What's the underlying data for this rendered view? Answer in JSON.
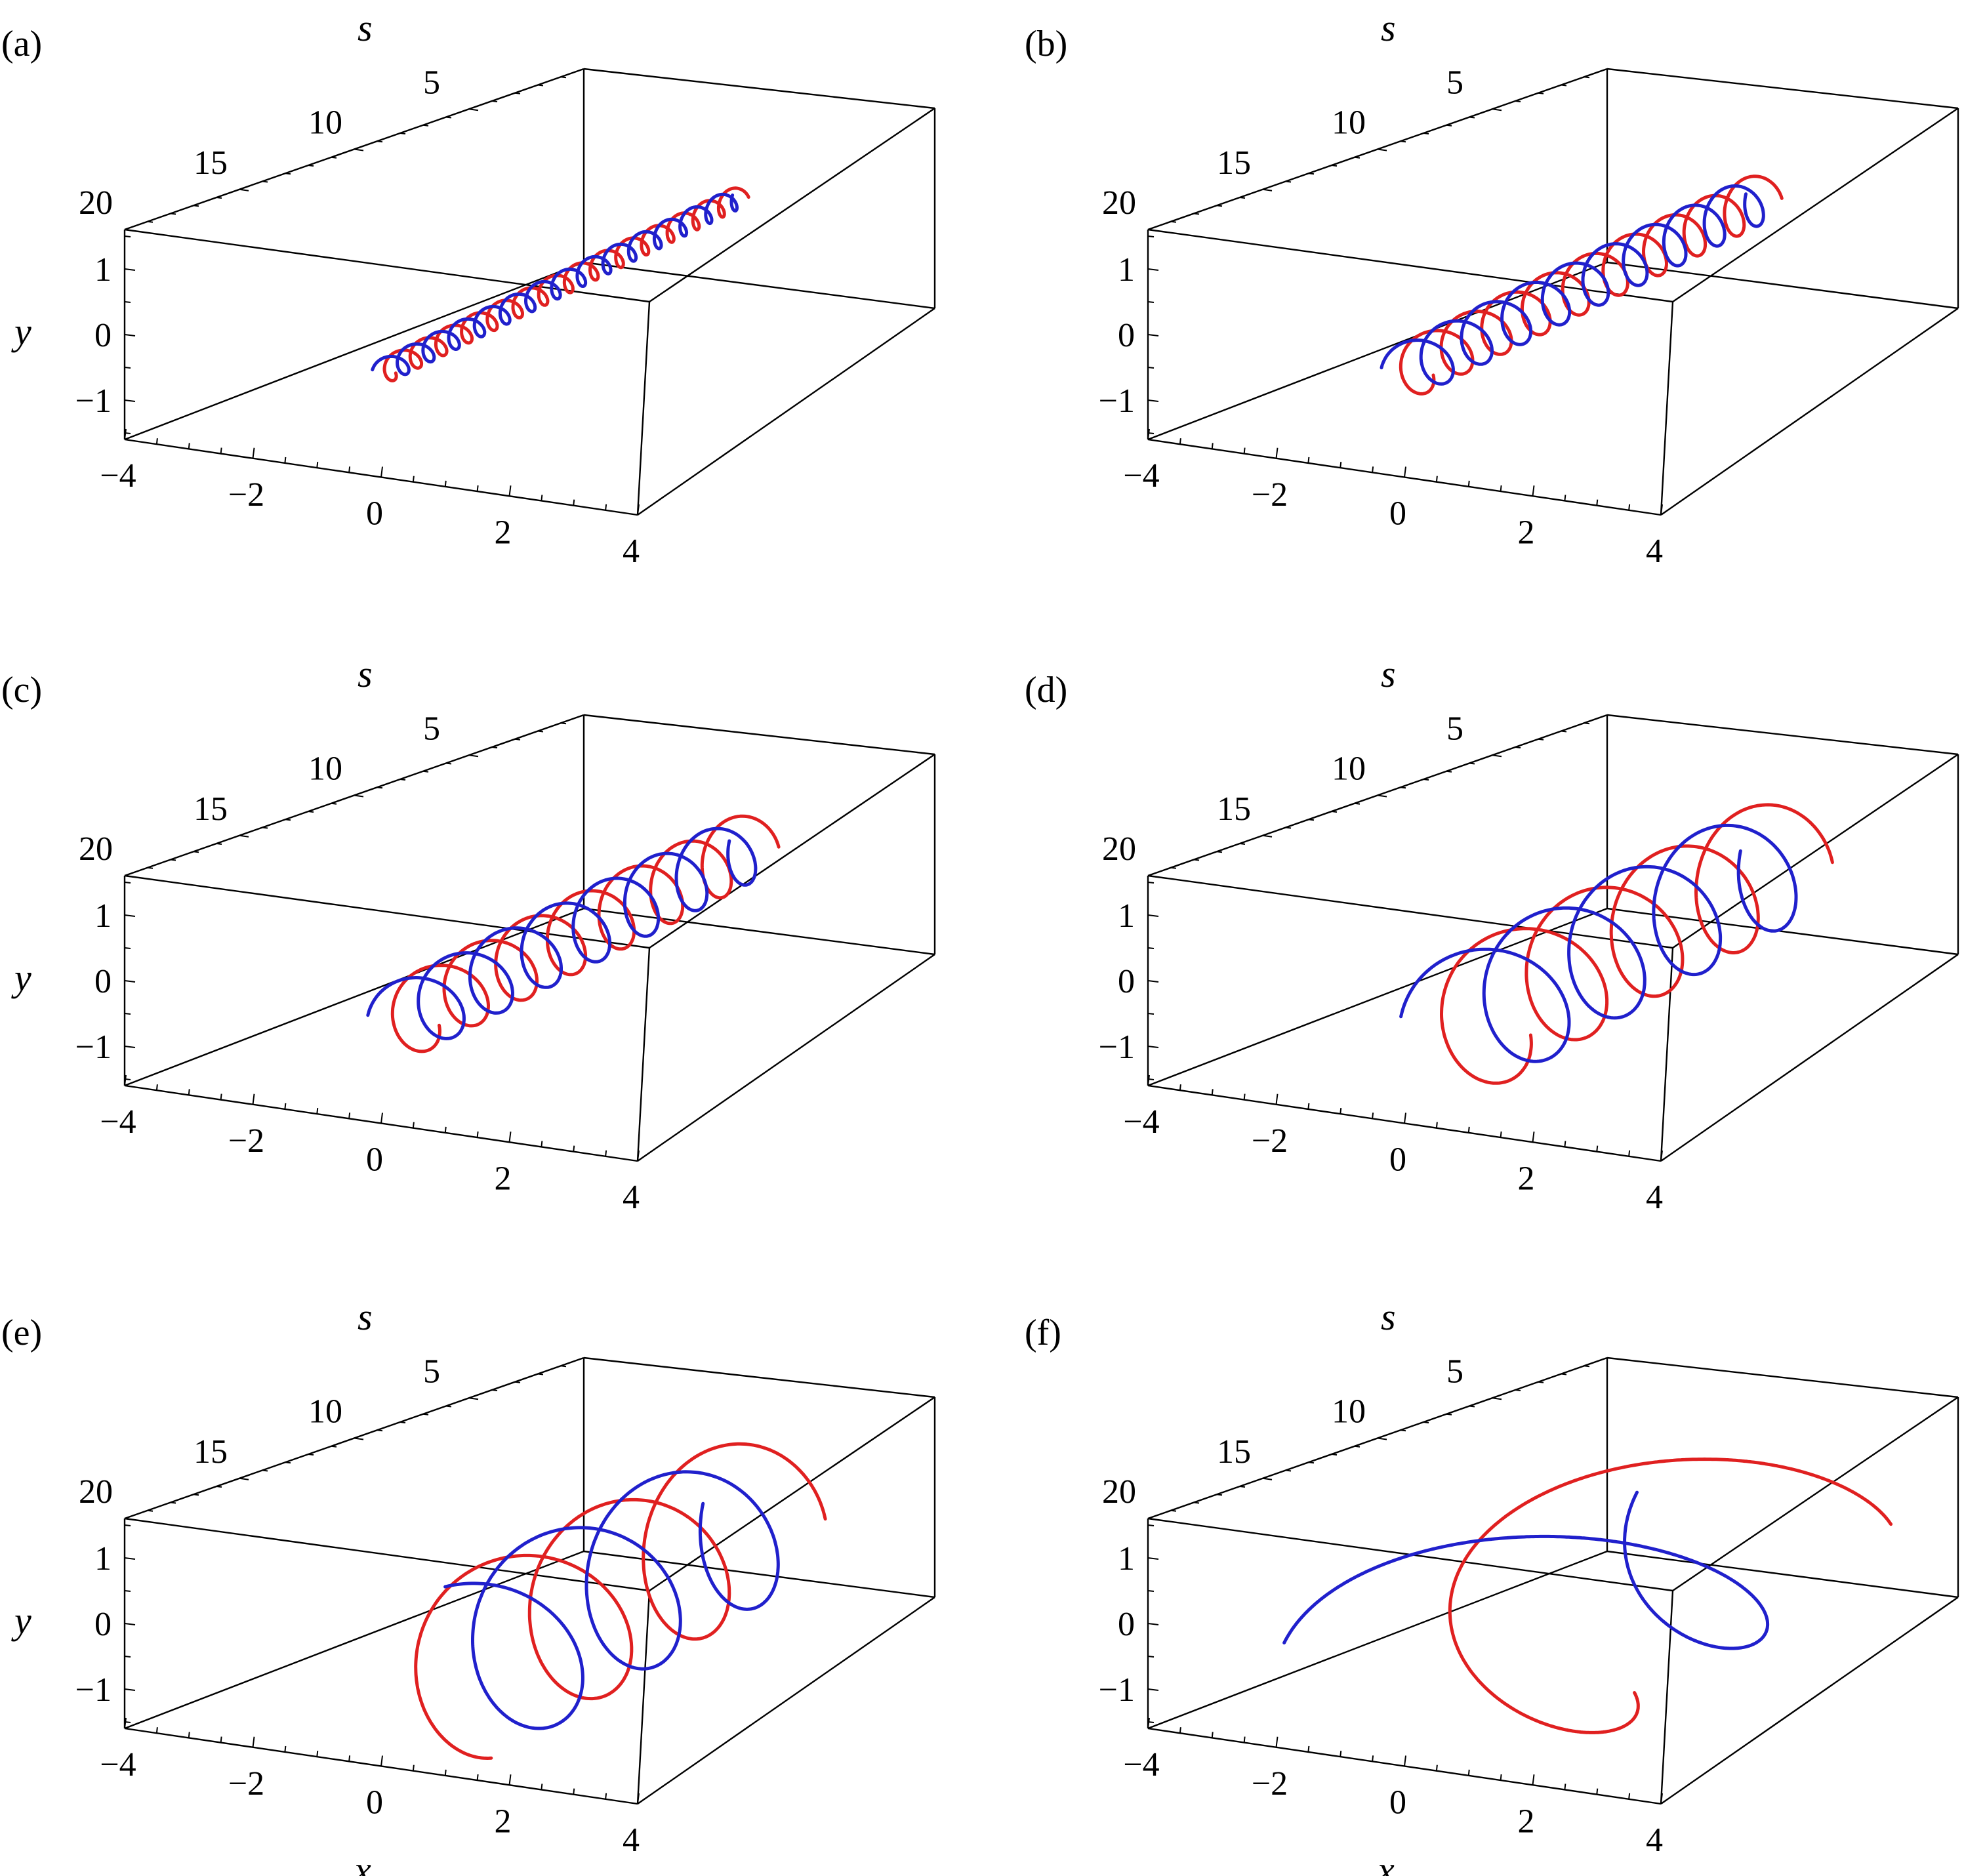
{
  "chart_data": [
    {
      "panel": "(a)",
      "type": "line3d",
      "axes": {
        "x": {
          "ticks": [
            "-4",
            "-2",
            "0",
            "2",
            "4"
          ],
          "range": [
            -4,
            4
          ]
        },
        "y": {
          "label": "y",
          "ticks": [
            "-1",
            "0",
            "1"
          ],
          "range": [
            -1.6,
            1.6
          ]
        },
        "s": {
          "label": "s",
          "ticks": [
            "5",
            "10",
            "15",
            "20"
          ],
          "range": [
            0,
            20
          ]
        }
      },
      "series": [
        {
          "color": "#e02020",
          "helix": {
            "x_center": 0,
            "radius_x": 0.18,
            "radius_y": 0.18,
            "turns": 14,
            "s_start": 1,
            "s_end": 20,
            "phase_deg": 0
          }
        },
        {
          "color": "#2020cc",
          "helix": {
            "x_center": 0,
            "radius_x": 0.18,
            "radius_y": 0.18,
            "turns": 14,
            "s_start": 1,
            "s_end": 20,
            "phase_deg": 180
          }
        }
      ]
    },
    {
      "panel": "(b)",
      "type": "line3d",
      "axes": {
        "x": {
          "ticks": [
            "-4",
            "-2",
            "0",
            "2",
            "4"
          ],
          "range": [
            -4,
            4
          ]
        },
        "y": {
          "ticks": [
            "-1",
            "0",
            "1"
          ],
          "range": [
            -1.6,
            1.6
          ]
        },
        "s": {
          "label": "s",
          "ticks": [
            "5",
            "10",
            "15",
            "20"
          ],
          "range": [
            0,
            20
          ]
        }
      },
      "series": [
        {
          "color": "#e02020",
          "helix": {
            "x_center": 0,
            "radius_x": 0.4,
            "radius_y": 0.4,
            "turns": 9,
            "s_start": 1,
            "s_end": 20,
            "phase_deg": 0
          }
        },
        {
          "color": "#2020cc",
          "helix": {
            "x_center": 0,
            "radius_x": 0.4,
            "radius_y": 0.4,
            "turns": 9,
            "s_start": 1,
            "s_end": 20,
            "phase_deg": 180
          }
        }
      ]
    },
    {
      "panel": "(c)",
      "type": "line3d",
      "axes": {
        "x": {
          "ticks": [
            "-4",
            "-2",
            "0",
            "2",
            "4"
          ],
          "range": [
            -4,
            4
          ]
        },
        "y": {
          "label": "y",
          "ticks": [
            "-1",
            "0",
            "1"
          ],
          "range": [
            -1.6,
            1.6
          ]
        },
        "s": {
          "label": "s",
          "ticks": [
            "5",
            "10",
            "15",
            "20"
          ],
          "range": [
            0,
            20
          ]
        }
      },
      "series": [
        {
          "color": "#e02020",
          "helix": {
            "x_center": 0.3,
            "radius_x": 0.55,
            "radius_y": 0.55,
            "turns": 7,
            "s_start": 1,
            "s_end": 20,
            "phase_deg": 0
          }
        },
        {
          "color": "#2020cc",
          "helix": {
            "x_center": 0.3,
            "radius_x": 0.55,
            "radius_y": 0.55,
            "turns": 7,
            "s_start": 1,
            "s_end": 20,
            "phase_deg": 180
          }
        }
      ]
    },
    {
      "panel": "(d)",
      "type": "line3d",
      "axes": {
        "x": {
          "ticks": [
            "-4",
            "-2",
            "0",
            "2",
            "4"
          ],
          "range": [
            -4,
            4
          ]
        },
        "y": {
          "ticks": [
            "-1",
            "0",
            "1"
          ],
          "range": [
            -1.6,
            1.6
          ]
        },
        "s": {
          "label": "s",
          "ticks": [
            "5",
            "10",
            "15",
            "20"
          ],
          "range": [
            0,
            20
          ]
        }
      },
      "series": [
        {
          "color": "#e02020",
          "helix": {
            "x_center": 0.9,
            "radius_x": 1.0,
            "radius_y": 1.0,
            "turns": 4,
            "s_start": 2,
            "s_end": 20,
            "phase_deg": 0
          }
        },
        {
          "color": "#2020cc",
          "helix": {
            "x_center": 0.9,
            "radius_x": 1.0,
            "radius_y": 1.0,
            "turns": 4,
            "s_start": 2,
            "s_end": 20,
            "phase_deg": 180
          }
        }
      ]
    },
    {
      "panel": "(e)",
      "type": "line3d",
      "axes": {
        "x": {
          "label": "x",
          "ticks": [
            "-4",
            "-2",
            "0",
            "2",
            "4"
          ],
          "range": [
            -4,
            4
          ]
        },
        "y": {
          "label": "y",
          "ticks": [
            "-1",
            "0",
            "1"
          ],
          "range": [
            -1.6,
            1.6
          ]
        },
        "s": {
          "label": "s",
          "ticks": [
            "5",
            "10",
            "15",
            "20"
          ],
          "range": [
            0,
            20
          ]
        }
      },
      "series": [
        {
          "color": "#e02020",
          "helix": {
            "x_center": 1.3,
            "radius_x": 1.3,
            "radius_y": 1.3,
            "turns": 2.8,
            "s_start": 3,
            "s_end": 20,
            "phase_deg": 0
          }
        },
        {
          "color": "#2020cc",
          "helix": {
            "x_center": 1.3,
            "radius_x": 1.3,
            "radius_y": 1.3,
            "turns": 2.8,
            "s_start": 3,
            "s_end": 20,
            "phase_deg": 180
          }
        }
      ]
    },
    {
      "panel": "(f)",
      "type": "line3d",
      "axes": {
        "x": {
          "label": "x",
          "ticks": [
            "-4",
            "-2",
            "0",
            "2",
            "4"
          ],
          "range": [
            -4,
            4
          ]
        },
        "y": {
          "ticks": [
            "-1",
            "0",
            "1"
          ],
          "range": [
            -1.6,
            1.6
          ]
        },
        "s": {
          "label": "s",
          "ticks": [
            "5",
            "10",
            "15",
            "20"
          ],
          "range": [
            0,
            20
          ]
        }
      },
      "series": [
        {
          "color": "#e02020",
          "helix": {
            "x_center": 0.8,
            "radius_x": 2.7,
            "radius_y": 1.4,
            "turns": 1.0,
            "s_start": 3,
            "s_end": 20,
            "phase_deg": 0
          }
        },
        {
          "color": "#2020cc",
          "helix": {
            "x_center": 0.8,
            "radius_x": 2.7,
            "radius_y": 1.4,
            "turns": 1.0,
            "s_start": 3,
            "s_end": 20,
            "phase_deg": 180
          }
        }
      ]
    }
  ]
}
